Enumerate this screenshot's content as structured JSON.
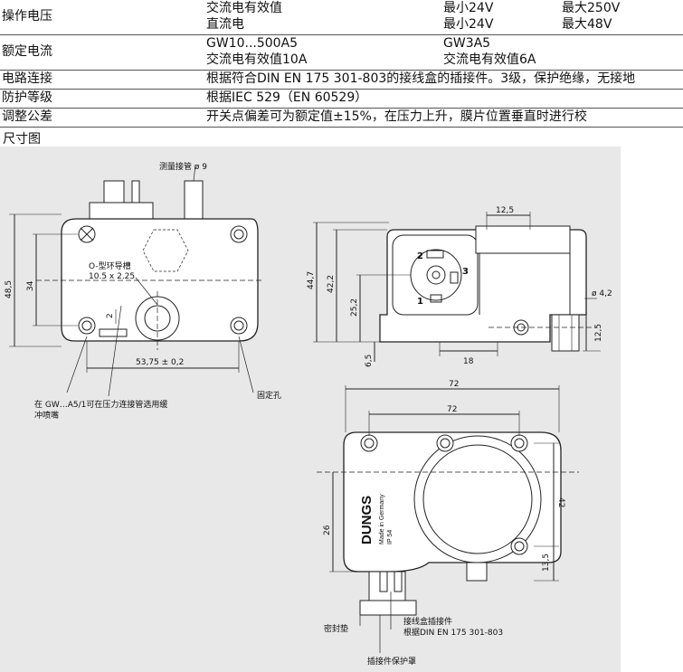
{
  "spec_rows": [
    {
      "label": "操作电压",
      "col1": [
        "交流电有效值",
        "直流电"
      ],
      "col2": [
        "最小24V",
        "最小24V"
      ],
      "col3": [
        "最大250V",
        "最大48V"
      ]
    },
    {
      "label": "额定电流",
      "col1": [
        "GW10...500A5",
        "交流电有效值10A"
      ],
      "col2": [
        "GW3A5",
        "交流电有效值6A"
      ],
      "col3": []
    },
    {
      "label": "电路连接",
      "col1": [
        "根据符合DIN EN 175 301-803的接线盒的插接件。3级，保护绝缘，无接地"
      ],
      "col2": [],
      "col3": []
    },
    {
      "label": "防护等级",
      "col1": [
        "根据IEC 529（EN 60529）"
      ],
      "col2": [],
      "col3": []
    },
    {
      "label": "调整公差",
      "col1": [
        "开关点偏差可为额定值±15%，在压力上升，膜片位置垂直时进行校"
      ],
      "col2": [],
      "col3": []
    }
  ],
  "caption": "尺寸图",
  "drawing": {
    "labels": {
      "measure_port": "测量接管 ø 9",
      "oring_groove": "O-型环导槽",
      "oring_size": "10.5 x 2.25",
      "fix_hole": "固定孔",
      "note_line1": "在 GW…A5/1可在压力连接管选用缓",
      "note_line2": "冲喷嘴",
      "seal": "密封垫",
      "conn_plug": "接线盒插接件",
      "conn_std": "根据DIN EN 175 301-803",
      "plug_cover": "插接件保护罩",
      "brand": "DUNGS",
      "made_in": "Made in Germany",
      "ip": "IP 54"
    },
    "dims": {
      "d48_5": "48,5",
      "d34": "34",
      "d2": "2",
      "d53_75": "53,75 ± 0,2",
      "d12_5_top": "12,5",
      "d44_7": "44,7",
      "d42_2": "42,2",
      "d25_2": "25,2",
      "d6_5": "6,5",
      "d18": "18",
      "d4_2": "ø 4,2",
      "d12_5_right": "12,5",
      "d72_outer": "72",
      "d72_inner": "72",
      "d26": "26",
      "d42": "42",
      "d13_5": "13,5"
    },
    "pins": {
      "p1": "1",
      "p2": "2",
      "p3": "3"
    }
  }
}
